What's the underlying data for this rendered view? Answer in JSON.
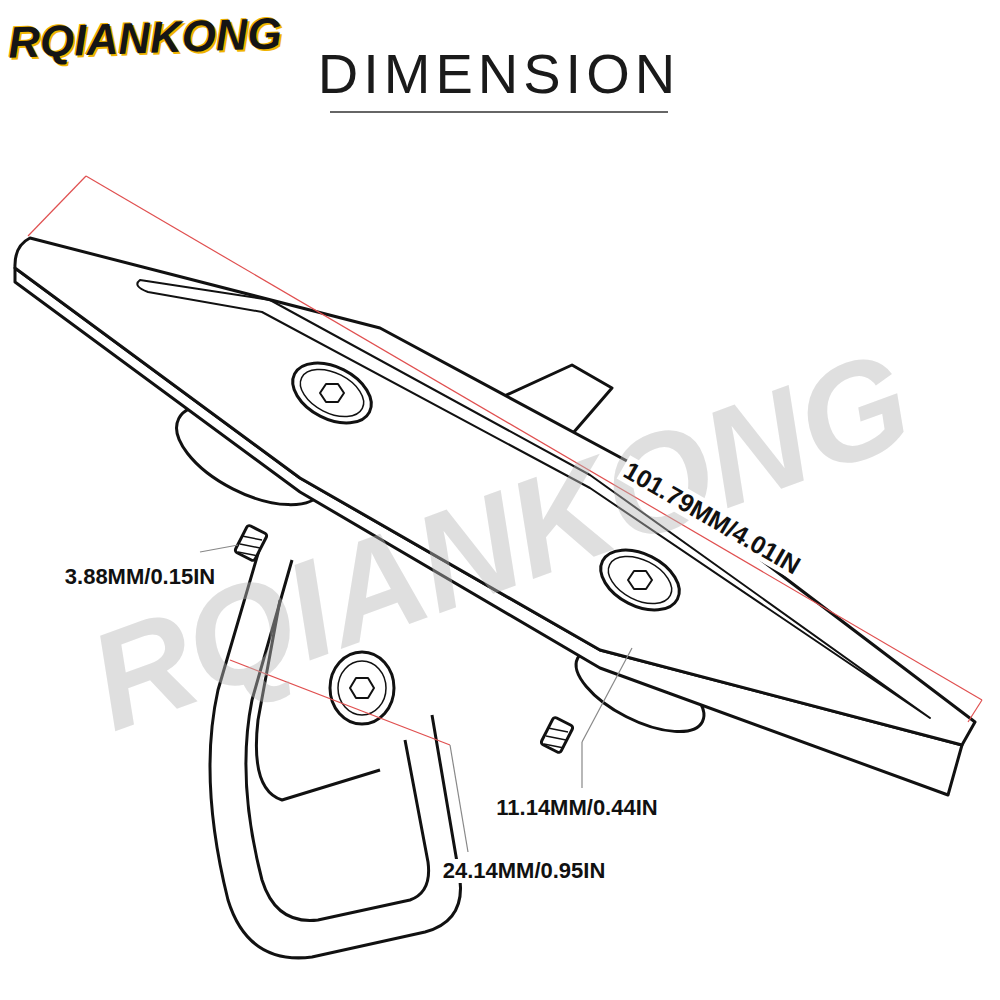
{
  "diagram": {
    "title": "DIMENSION",
    "labels": [
      "RQIANKONG",
      "101.79MM/4.01IN",
      "3.88MM/0.15IN",
      "11.14MM/0.44IN",
      "24.14MM/0.95IN",
      "RQIANKONG"
    ]
  }
}
